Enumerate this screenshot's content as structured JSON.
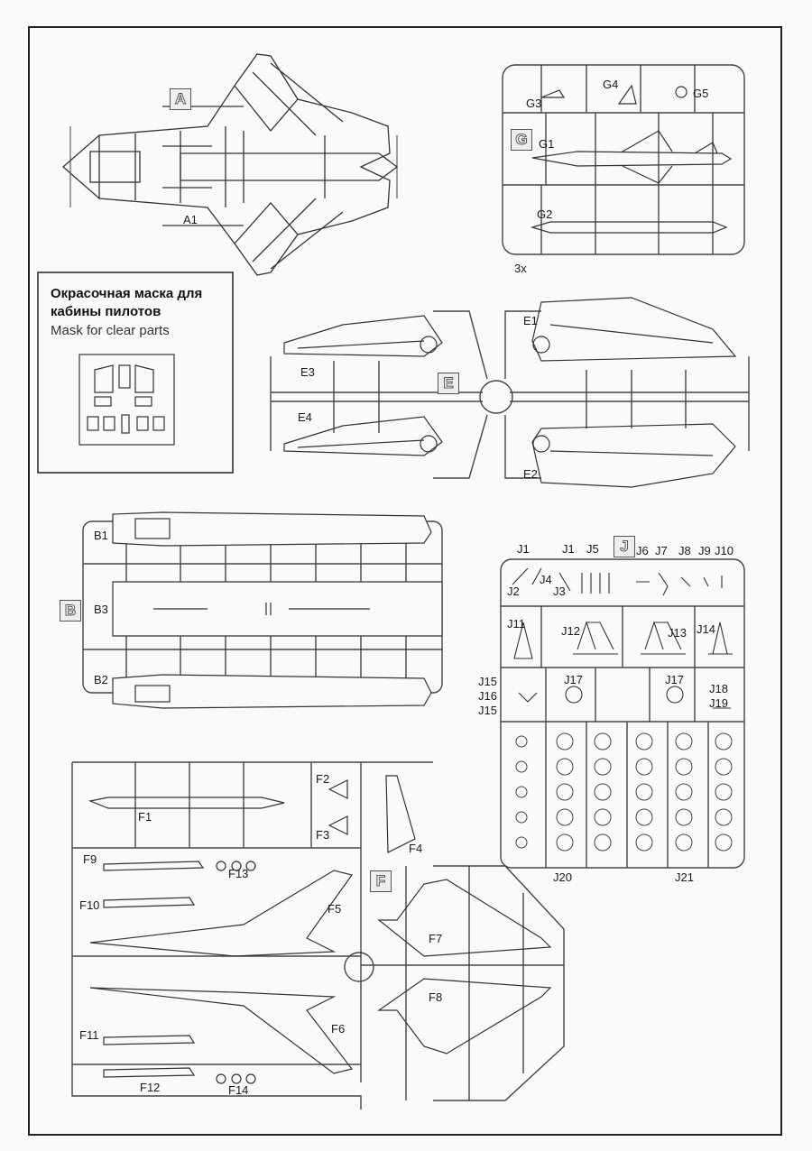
{
  "mask_box": {
    "title_ru": "Окрасочная маска для кабины пилотов",
    "title_en": "Mask for clear parts"
  },
  "sprues": {
    "A": {
      "letter": "A",
      "parts": [
        "A1"
      ]
    },
    "G": {
      "letter": "G",
      "parts": [
        "G1",
        "G2",
        "G3",
        "G4",
        "G5"
      ],
      "quantity": "3x"
    },
    "E": {
      "letter": "E",
      "parts": [
        "E1",
        "E2",
        "E3",
        "E4"
      ]
    },
    "B": {
      "letter": "B",
      "parts": [
        "B1",
        "B2",
        "B3"
      ]
    },
    "J": {
      "letter": "J",
      "parts": [
        "J1",
        "J1",
        "J5",
        "J6",
        "J7",
        "J8",
        "J9",
        "J10",
        "J2",
        "J4",
        "J3",
        "J11",
        "J12",
        "J13",
        "J14",
        "J15",
        "J16",
        "J15",
        "J17",
        "J17",
        "J18",
        "J19",
        "J20",
        "J21"
      ]
    },
    "F": {
      "letter": "F",
      "parts": [
        "F1",
        "F2",
        "F3",
        "F4",
        "F9",
        "F13",
        "F10",
        "F5",
        "F7",
        "F8",
        "F6",
        "F11",
        "F12",
        "F14"
      ]
    }
  },
  "colors": {
    "line": "#333333",
    "frame": "#222222",
    "paper": "#fafaf8"
  }
}
